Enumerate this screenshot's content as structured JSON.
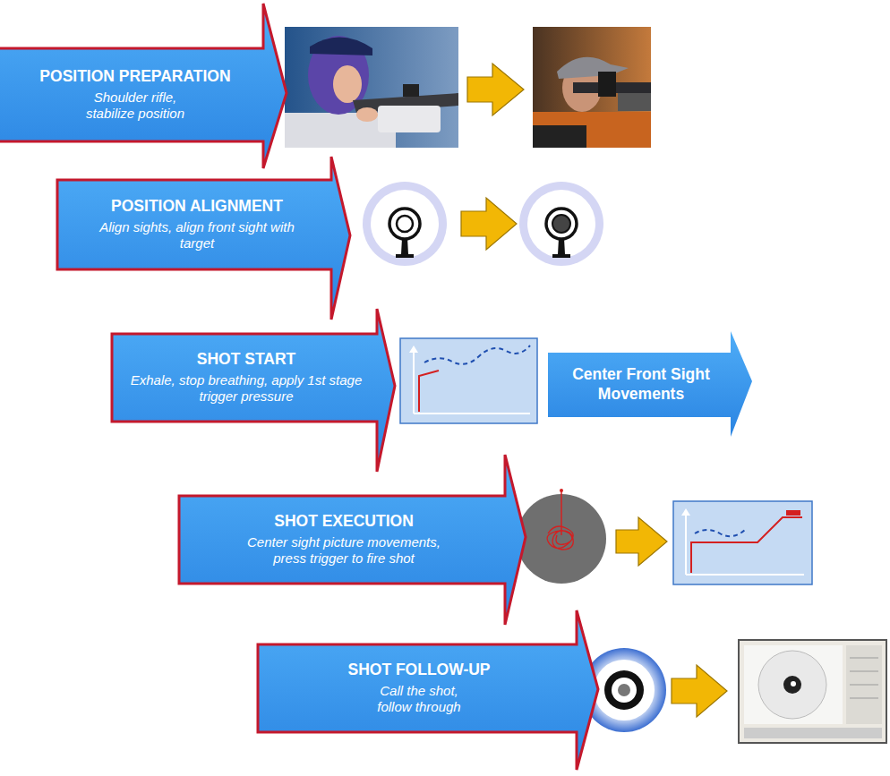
{
  "diagram": {
    "nodes": [
      {
        "text": [
          "POSITION PREPARATION",
          "Shoulder rifle, stabilize position"
        ]
      },
      {
        "text": [
          "POSITION ALIGNMENT",
          "Align sights, align front sight with target"
        ]
      },
      {
        "text": [
          "SHOT START",
          "Exhale, stop breathing, apply 1st stage trigger pressure"
        ]
      },
      {
        "text": [
          "Center Front Sight Movements"
        ]
      },
      {
        "text": [
          "SHOT EXECUTION",
          "Center sight picture movements, press trigger to fire shot"
        ]
      },
      {
        "text": [
          "SHOT FOLLOW-UP",
          "Call the shot, follow through"
        ]
      }
    ]
  }
}
